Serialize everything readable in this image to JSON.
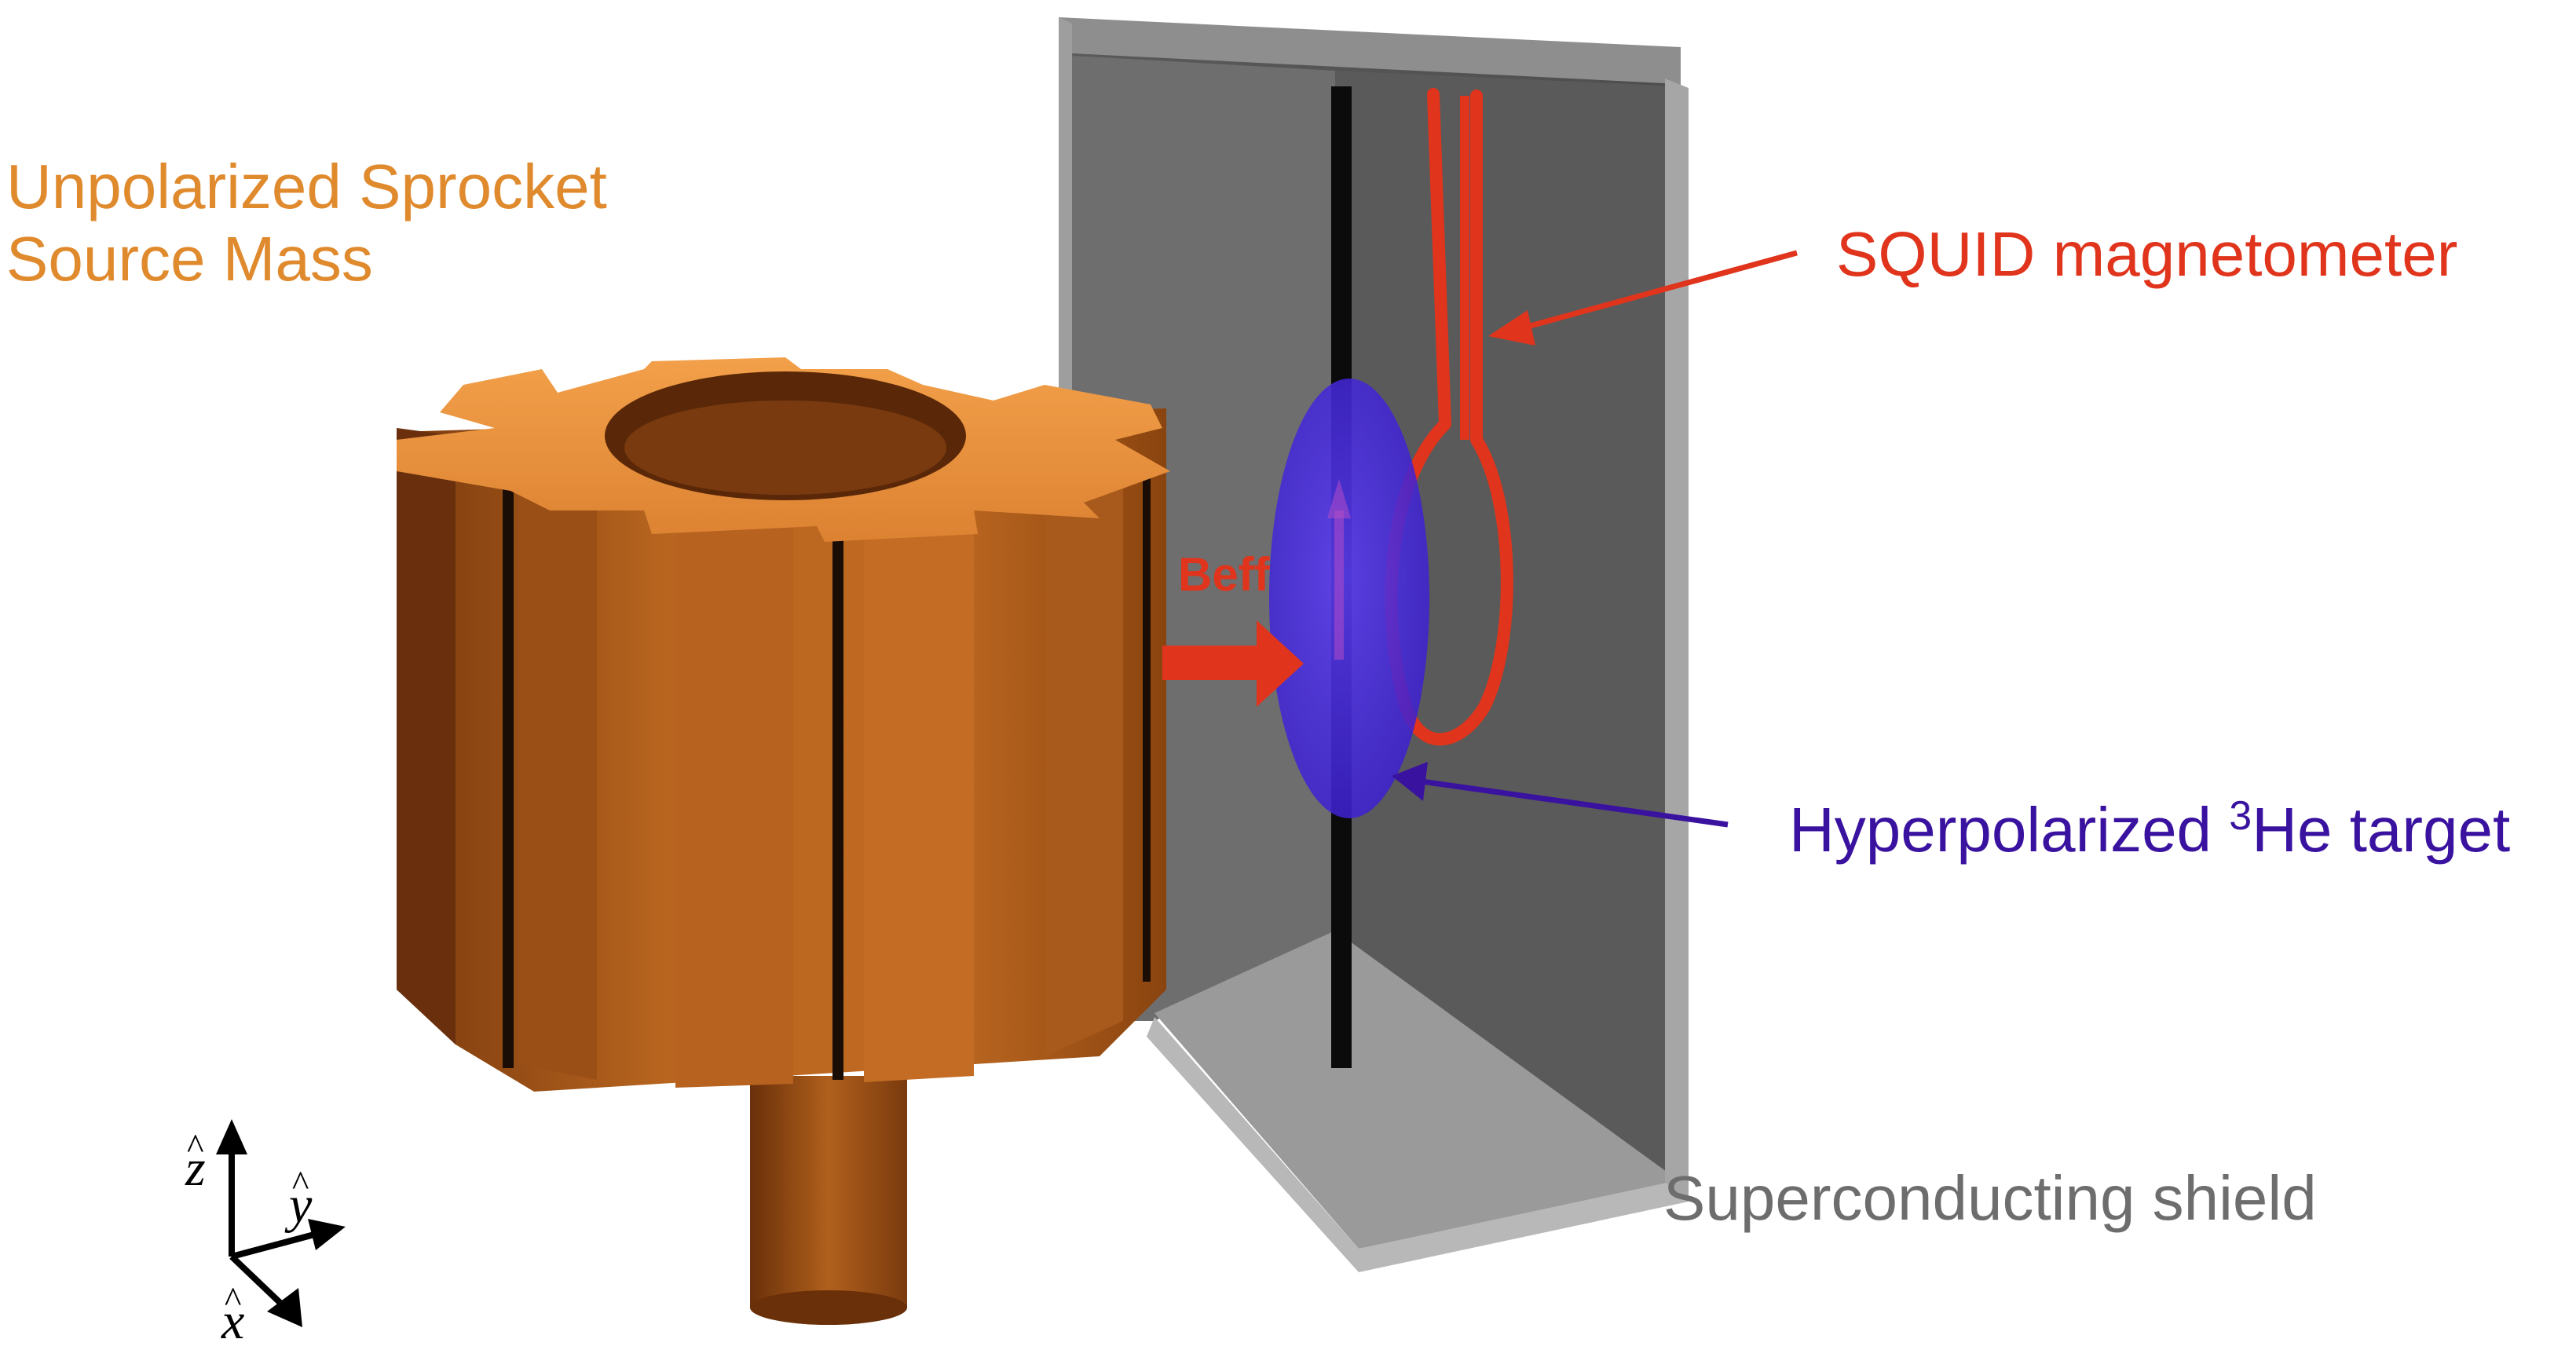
{
  "labels": {
    "source_mass_line1": "Unpolarized Sprocket",
    "source_mass_line2": "Source Mass",
    "squid": "SQUID magnetometer",
    "target_prefix": "Hyperpolarized ",
    "target_superscript": "3",
    "target_suffix": "He target",
    "shield": "Superconducting shield",
    "beff": "Beff"
  },
  "axes": {
    "z": "z",
    "y": "y",
    "x": "x",
    "hat": "^"
  },
  "colors": {
    "source_mass": "#e08a2e",
    "squid": "#e0341c",
    "target": "#3a12a0",
    "shield": "#6d6d6d",
    "sprocket_body": "#a8591a",
    "axes": "#000000"
  }
}
